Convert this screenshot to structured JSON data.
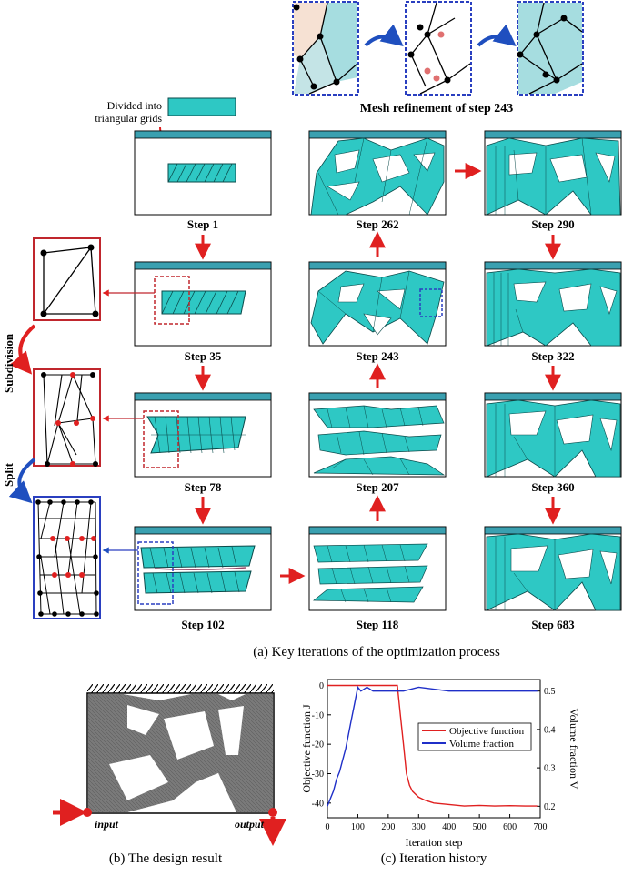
{
  "colors": {
    "fill": "#2ec8c4",
    "edge": "#0a4a4a",
    "topbar": "#3aa0b0",
    "red_arrow": "#e02020",
    "blue_arrow": "#1f4fbf",
    "red_box": "#c0262d",
    "blue_box": "#2a3fc0",
    "objective_line": "#e02020",
    "volume_line": "#1f2fc8"
  },
  "refinement": {
    "caption": "Mesh refinement of step 243"
  },
  "divided_label": [
    "Divided into",
    "triangular grids"
  ],
  "steps": {
    "s1": "Step 1",
    "s262": "Step 262",
    "s290": "Step 290",
    "s35": "Step 35",
    "s243": "Step 243",
    "s322": "Step 322",
    "s78": "Step 78",
    "s207": "Step 207",
    "s360": "Step 360",
    "s102": "Step 102",
    "s118": "Step 118",
    "s683": "Step 683"
  },
  "side_labels": {
    "subdivision": "Subdivision",
    "split": "Split"
  },
  "caption_a": "(a) Key iterations of the optimization process",
  "design": {
    "input_label": "input",
    "output_label": "output",
    "caption": "(b) The design result"
  },
  "caption_c": "(c) Iteration history",
  "chart_data": {
    "type": "line",
    "xlabel": "Iteration step",
    "ylabel_left": "Objective function J",
    "ylabel_right": "Volume fraction V",
    "xlim": [
      0,
      700
    ],
    "ylim_left": [
      -45,
      2
    ],
    "ylim_right": [
      0.17,
      0.53
    ],
    "xticks": [
      "0",
      "100",
      "200",
      "300",
      "400",
      "500",
      "600",
      "700"
    ],
    "yticks_left": [
      "0",
      "-10",
      "-20",
      "-30",
      "-40"
    ],
    "yticks_right": [
      "0.5",
      "0.4",
      "0.3",
      "0.2"
    ],
    "legend_position": "top-right",
    "series": [
      {
        "name": "Objective function",
        "axis": "left",
        "x": [
          0,
          100,
          230,
          240,
          250,
          260,
          270,
          280,
          290,
          300,
          320,
          350,
          400,
          450,
          500,
          550,
          600,
          650,
          690
        ],
        "values": [
          0,
          0,
          0,
          -10,
          -20,
          -30,
          -34,
          -36,
          -37,
          -38,
          -39,
          -40,
          -40.5,
          -41,
          -40.8,
          -41,
          -40.9,
          -41,
          -41
        ]
      },
      {
        "name": "Volume fraction",
        "axis": "right",
        "x": [
          0,
          10,
          20,
          30,
          40,
          50,
          60,
          70,
          80,
          90,
          100,
          110,
          130,
          150,
          200,
          250,
          300,
          400,
          500,
          600,
          690
        ],
        "values": [
          0.2,
          0.22,
          0.24,
          0.27,
          0.29,
          0.32,
          0.35,
          0.39,
          0.43,
          0.47,
          0.51,
          0.5,
          0.51,
          0.5,
          0.5,
          0.5,
          0.51,
          0.5,
          0.5,
          0.5,
          0.5
        ]
      }
    ]
  }
}
